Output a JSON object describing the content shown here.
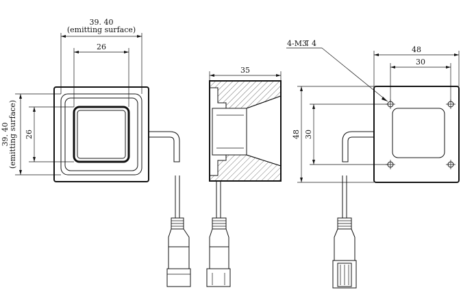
{
  "front_view": {
    "width_label": "39. 40",
    "width_sub": "(emitting surface)",
    "inner_width": "26",
    "height_label": "39. 40",
    "height_sub": "(emitting surface)",
    "inner_height": "26"
  },
  "side_view": {
    "depth": "35"
  },
  "back_view": {
    "hole_callout": "4-M3",
    "hole_depth": "4",
    "outer_width": "48",
    "hole_pitch_x": "30",
    "outer_height": "48",
    "hole_pitch_y": "30"
  }
}
